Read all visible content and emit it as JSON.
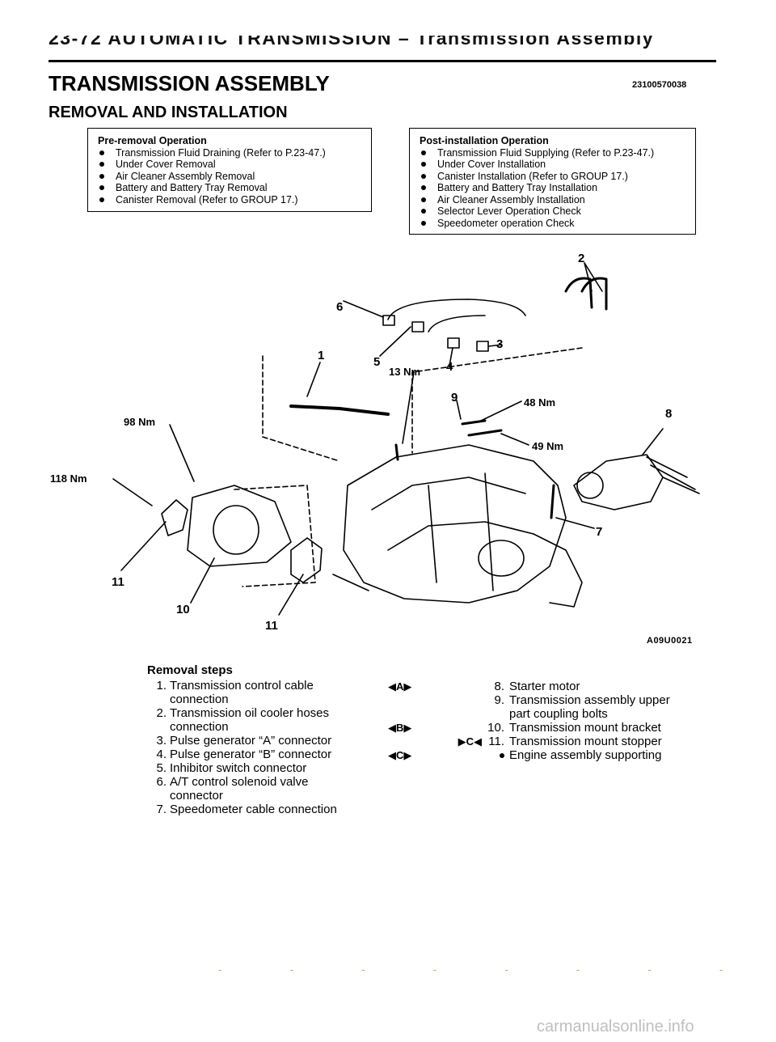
{
  "header": {
    "section_line": "23-72   AUTOMATIC TRANSMISSION – Transmission Assembly",
    "title": "TRANSMISSION ASSEMBLY",
    "doc_number": "23100570038",
    "subtitle": "REMOVAL AND INSTALLATION"
  },
  "pre_removal": {
    "title": "Pre-removal Operation",
    "items": [
      "Transmission Fluid Draining (Refer to P.23-47.)",
      "Under Cover Removal",
      "Air Cleaner Assembly Removal",
      "Battery and Battery Tray Removal",
      "Canister Removal (Refer to GROUP 17.)"
    ]
  },
  "post_installation": {
    "title": "Post-installation Operation",
    "items": [
      "Transmission Fluid Supplying (Refer to P.23-47.)",
      "Under Cover Installation",
      "Canister Installation (Refer to GROUP 17.)",
      "Battery and Battery Tray Installation",
      "Air Cleaner Assembly Installation",
      "Selector Lever Operation Check",
      "Speedometer operation Check"
    ]
  },
  "diagram": {
    "labels": {
      "n1": "1",
      "n2": "2",
      "n3": "3",
      "n4": "4",
      "n5": "5",
      "n6": "6",
      "n7": "7",
      "n8": "8",
      "n9": "9",
      "n10": "10",
      "n11a": "11",
      "n11b": "11"
    },
    "torques": {
      "t13": "13 Nm",
      "t48": "48 Nm",
      "t49": "49 Nm",
      "t98": "98 Nm",
      "t118": "118 Nm"
    },
    "figure_code": "A09U0021"
  },
  "removal_steps": {
    "title": "Removal steps",
    "left": [
      {
        "num": "1.",
        "text": "Transmission control cable connection"
      },
      {
        "num": "2.",
        "text": "Transmission oil cooler hoses connection"
      },
      {
        "num": "3.",
        "text": "Pulse generator “A” connector"
      },
      {
        "num": "4.",
        "text": "Pulse generator “B” connector"
      },
      {
        "num": "5.",
        "text": "Inhibitor switch connector"
      },
      {
        "num": "6.",
        "text": "A/T control solenoid valve connector"
      },
      {
        "num": "7.",
        "text": "Speedometer cable connection"
      }
    ],
    "right": [
      {
        "mark1": "◀A▶",
        "mark2": "",
        "num": "8.",
        "text": "Starter motor"
      },
      {
        "mark1": "",
        "mark2": "",
        "num": "9.",
        "text": "Transmission assembly upper part coupling bolts"
      },
      {
        "mark1": "◀B▶",
        "mark2": "",
        "num": "10.",
        "text": "Transmission mount bracket"
      },
      {
        "mark1": "",
        "mark2": "▶C◀",
        "num": "11.",
        "text": "Transmission mount stopper"
      },
      {
        "mark1": "◀C▶",
        "mark2": "",
        "num": "",
        "text": "Engine assembly supporting"
      }
    ]
  },
  "footer": {
    "faint_text": "- - - - - - - -",
    "watermark": "carmanualsonline.info"
  }
}
